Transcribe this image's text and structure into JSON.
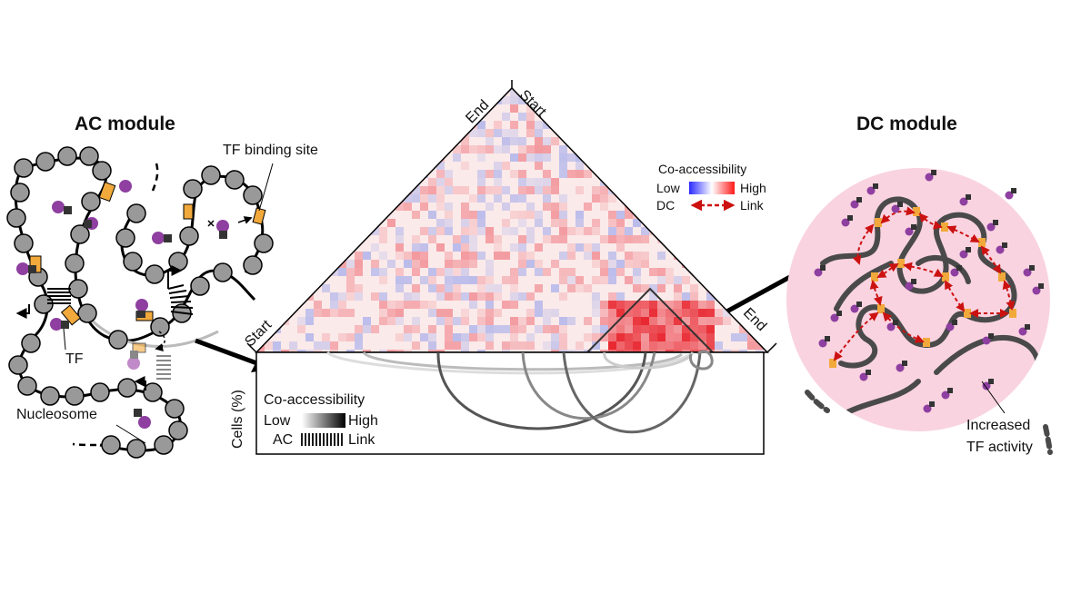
{
  "ac_module": {
    "title": "AC module",
    "tf_binding_site_label": "TF binding site",
    "tf_label": "TF",
    "nucleosome_label": "Nucleosome"
  },
  "dc_module": {
    "title": "DC module",
    "increased_tf_activity_line1": "Increased",
    "increased_tf_activity_line2": "TF activity"
  },
  "heatmap": {
    "top_end_label": "End",
    "top_start_label": "Start",
    "left_start_label": "Start",
    "right_end_label": "End"
  },
  "legend_top": {
    "title": "Co-accessibility",
    "low": "Low",
    "high": "High",
    "dc": "DC",
    "link": "Link"
  },
  "legend_bottom": {
    "title": "Co-accessibility",
    "low": "Low",
    "high": "High",
    "ac": "AC",
    "link": "Link"
  },
  "track": {
    "ylabel": "Cells (%)"
  },
  "colors": {
    "nucleosome": "#999999",
    "tf_site": "#f2a93b",
    "tf_purple": "#8e3fa0",
    "dc_bg": "#f9d3e0",
    "dc_link": "#cc1111",
    "chromatin": "#000000",
    "dc_fiber": "#4a4a4a"
  }
}
